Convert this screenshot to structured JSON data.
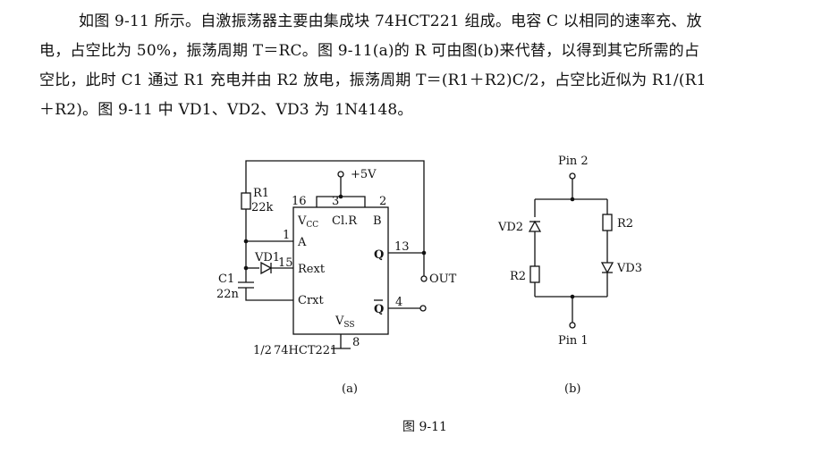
{
  "paragraph_lines": [
    "如图 9-11 所示。自激振荡器主要由集成块 74HCT221 组成。电容 C 以相同的速率充、放",
    "电，占空比为 50%，振荡周期 T＝RC。图 9-11(a)的 R 可由图(b)来代替，以得到其它所需的占",
    "空比，此时 C1 通过 R1 充电并由 R2 放电，振荡周期 T＝(R1＋R2)C/2，占空比近似为 R1/(R1",
    "＋R2)。图 9-11 中 VD1、VD2、VD3 为 1N4148。"
  ],
  "circuit_a": {
    "supply": "+5V",
    "r1_name": "R1",
    "r1_value": "22k",
    "c1_name": "C1",
    "c1_value": "22n",
    "vd1": "VD1",
    "ic_part": "74HCT221",
    "ic_fraction": "1/2",
    "pins": {
      "p16": "16",
      "p3": "3",
      "p2": "2",
      "p1": "1",
      "p15": "15",
      "p13": "13",
      "p4": "4",
      "p8": "8"
    },
    "vcc": "V",
    "vcc_sub": "CC",
    "clr": "Cl.R",
    "b": "B",
    "a": "A",
    "rext": "Rext",
    "cext": "Crxt",
    "q": "Q",
    "qbar": "Q",
    "vss": "V",
    "vss_sub": "SS",
    "out": "OUT",
    "sublabel": "(a)"
  },
  "circuit_b": {
    "pin_top": "Pin 2",
    "pin_bottom": "Pin 1",
    "vd2": "VD2",
    "vd3": "VD3",
    "r2_right": "R2",
    "r2_left": "R2",
    "sublabel": "(b)"
  },
  "figure_caption": "图 9-11"
}
